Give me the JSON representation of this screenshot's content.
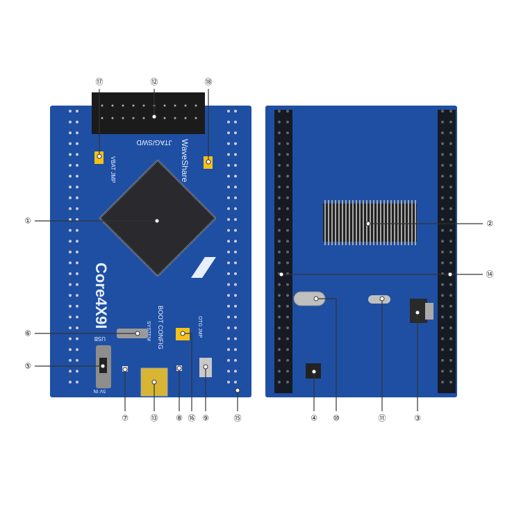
{
  "colors": {
    "board": "#1f4fa3",
    "board_dark": "#173c82",
    "chip": "#2a2a2e",
    "header": "#1b1b1b",
    "jumper": "#f2c21b",
    "callout_line": "#333333"
  },
  "board_front": {
    "model_label": "Core4X9I",
    "brand_label": "WaveShare",
    "jtag_label": "JTAG/SWD",
    "boot_label": "BOOT CONFIG",
    "system_label": "SYSTEM",
    "usb_label": "USB",
    "power_label": "5V IN",
    "otg_label": "OTG JMP",
    "vbat_label": "VBAT JMP"
  },
  "callouts": [
    {
      "id": "1",
      "num": "①"
    },
    {
      "id": "2",
      "num": "②"
    },
    {
      "id": "3",
      "num": "③"
    },
    {
      "id": "4",
      "num": "④"
    },
    {
      "id": "5",
      "num": "⑤"
    },
    {
      "id": "6",
      "num": "⑥"
    },
    {
      "id": "7",
      "num": "⑦"
    },
    {
      "id": "8",
      "num": "⑧"
    },
    {
      "id": "9",
      "num": "⑨"
    },
    {
      "id": "10",
      "num": "⑩"
    },
    {
      "id": "11",
      "num": "⑪"
    },
    {
      "id": "12",
      "num": "⑫"
    },
    {
      "id": "13",
      "num": "⑬"
    },
    {
      "id": "14",
      "num": "⑭"
    },
    {
      "id": "15",
      "num": "⑮"
    },
    {
      "id": "16",
      "num": "⑯"
    },
    {
      "id": "17",
      "num": "⑰"
    },
    {
      "id": "18",
      "num": "⑱"
    }
  ]
}
